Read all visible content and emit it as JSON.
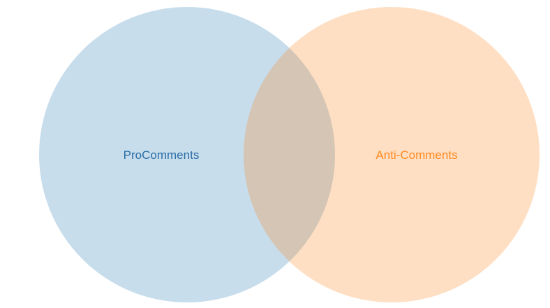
{
  "diagram": {
    "type": "venn",
    "sets": [
      {
        "id": "pro",
        "label": "ProComments",
        "fill_color": "#1f77b4",
        "label_color": "#2b6ea7"
      },
      {
        "id": "anti",
        "label": "Anti-Comments",
        "fill_color": "#ff7f0e",
        "label_color": "#ff8a22"
      }
    ]
  }
}
